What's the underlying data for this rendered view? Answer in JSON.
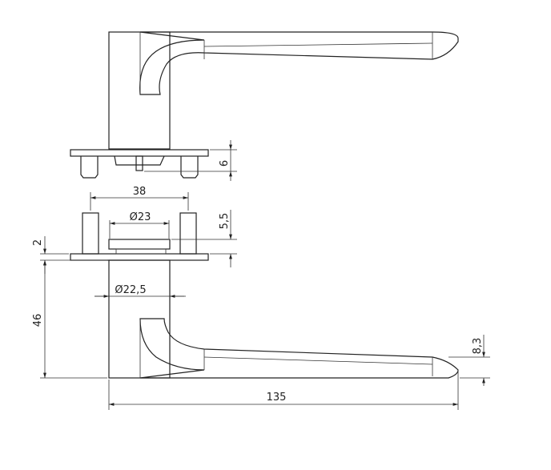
{
  "drawing": {
    "title": "Door handle on square rose - technical drawing",
    "dimensions": {
      "pin_height": "6",
      "pin_spacing": "38",
      "disk_diameter": "Ø23",
      "disk_height": "5,5",
      "rose_thickness": "2",
      "neck_diameter": "Ø22,5",
      "lever_height": "46",
      "lever_tip_height": "8,3",
      "lever_length": "135"
    }
  }
}
